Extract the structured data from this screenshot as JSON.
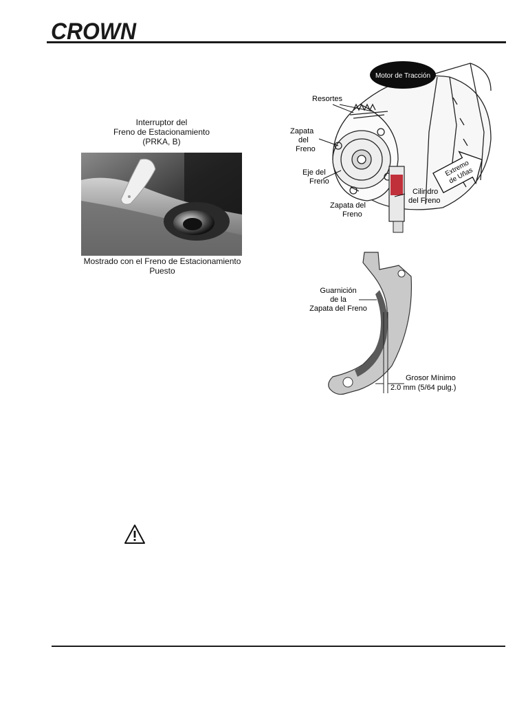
{
  "header": {
    "logo_text": "CROWN"
  },
  "figure_switch": {
    "title_lines": [
      "Interruptor del",
      "Freno de Estacionamiento",
      "(PRKA, B)"
    ],
    "caption_lines": [
      "Mostrado con el Freno de Estacionamiento",
      "Puesto"
    ]
  },
  "figure_motor": {
    "motor_label": "Motor de Tracción",
    "springs_label": "Resortes",
    "shoe_top_label": [
      "Zapata",
      "del",
      "Freno"
    ],
    "axle_label": [
      "Eje del",
      "Freno"
    ],
    "shoe_bottom_label": [
      "Zapata del",
      "Freno"
    ],
    "cylinder_label": [
      "Cilindro",
      "del Freno"
    ],
    "forks_label": [
      "Extremo",
      "de Uñas"
    ]
  },
  "figure_shoe": {
    "lining_label": [
      "Guarnición",
      "de la",
      "Zapata del Freno"
    ],
    "thickness_label": [
      "Grosor Mínimo",
      "2.0 mm (5/64 pulg.)"
    ]
  },
  "icons": {
    "warning": "warning-triangle-icon"
  }
}
